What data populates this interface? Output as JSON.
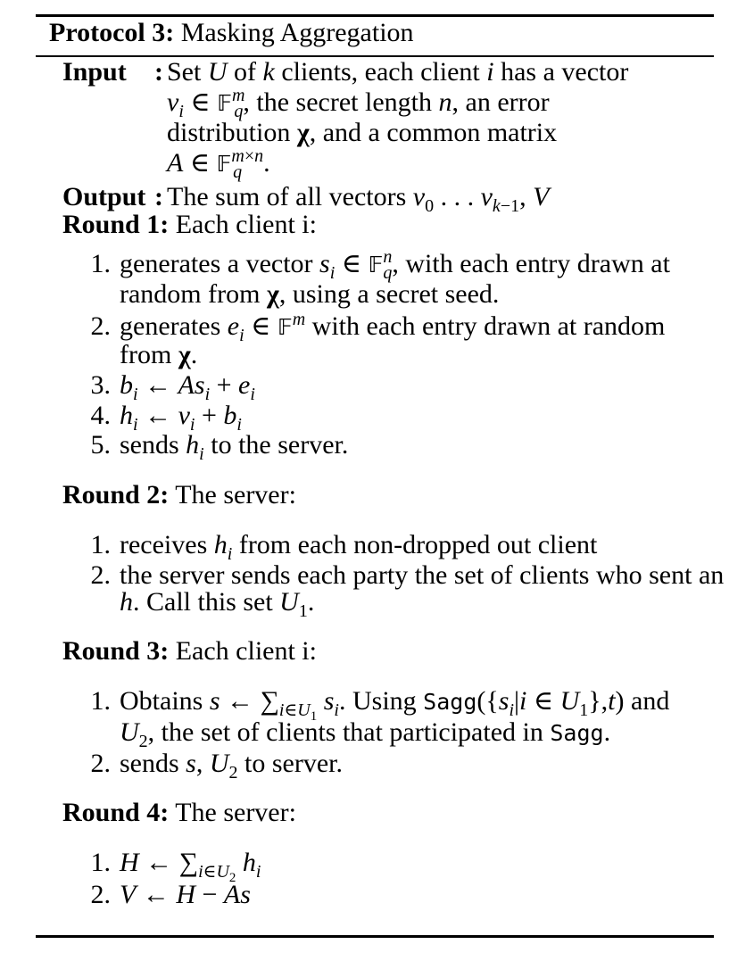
{
  "protocol": {
    "label": "Protocol 3:",
    "name": "Masking Aggregation"
  },
  "input": {
    "label": "Input",
    "colon": ":",
    "lines": [
      "Set U of k clients, each client i has a vector",
      "vi ∈ F_q^m, the secret length n, an error",
      "distribution χ, and a common matrix",
      "A ∈ F_q^{m×n}."
    ]
  },
  "output": {
    "label": "Output",
    "colon": ":",
    "text": "The sum of all vectors v0 . . . vk−1, V"
  },
  "rounds": [
    {
      "label": "Round 1:",
      "intro": "Each client i:",
      "steps": [
        "generates a vector si ∈ F_q^n, with each entry drawn at random from χ, using a secret seed.",
        "generates ei ∈ F^m with each entry drawn at random from χ.",
        "bi ← Asi + ei",
        "hi ← vi + bi",
        "sends hi to the server."
      ]
    },
    {
      "label": "Round 2:",
      "intro": "The server:",
      "steps": [
        "receives hi from each non-dropped out client",
        "the server sends each party the set of clients who sent an h. Call this set U1."
      ]
    },
    {
      "label": "Round 3:",
      "intro": "Each client i:",
      "steps": [
        "Obtains s ← Σi∈U1 si. Using Sagg({si|i ∈ U1},t) and U2, the set of clients that participated in Sagg.",
        "sends s, U2 to server."
      ]
    },
    {
      "label": "Round 4:",
      "intro": "The server:",
      "steps": [
        "H ← Σi∈U2 hi",
        "V ← H − As"
      ]
    }
  ],
  "step_numbers": [
    "1.",
    "2.",
    "3.",
    "4.",
    "5."
  ]
}
